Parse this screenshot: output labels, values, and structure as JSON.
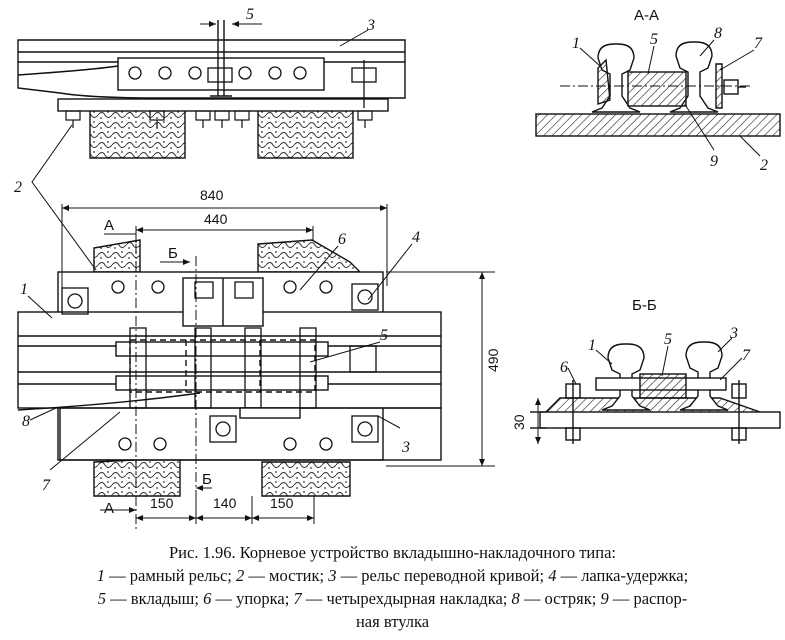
{
  "title": "Рис. 1.96. Корневое устройство вкладышно-накладочного типа:",
  "legend": [
    {
      "num": "1",
      "text": " — рамный рельс; "
    },
    {
      "num": "2",
      "text": " — мостик; "
    },
    {
      "num": "3",
      "text": " — рельс переводной кривой; "
    },
    {
      "num": "4",
      "text": " — лапка-удержка;"
    },
    {
      "num": "5",
      "text": " — вкладыш; "
    },
    {
      "num": "6",
      "text": " — упорка; "
    },
    {
      "num": "7",
      "text": " — четырехдырная накладка; "
    },
    {
      "num": "8",
      "text": " — остряк; "
    },
    {
      "num": "9",
      "text": " — распор-"
    }
  ],
  "legend_tail": "ная втулка",
  "dimensions": {
    "total_width": "840",
    "half": "440",
    "height": "490",
    "d1": "150",
    "d2": "140",
    "d3": "150",
    "base": "30"
  },
  "sections": {
    "aa": "А-А",
    "bb": "Б-Б",
    "mark_a": "А",
    "mark_b": "Б"
  },
  "labels": {
    "l1": "1",
    "l2": "2",
    "l3": "3",
    "l4": "4",
    "l5": "5",
    "l6": "6",
    "l7": "7",
    "l8": "8",
    "l9": "9"
  }
}
